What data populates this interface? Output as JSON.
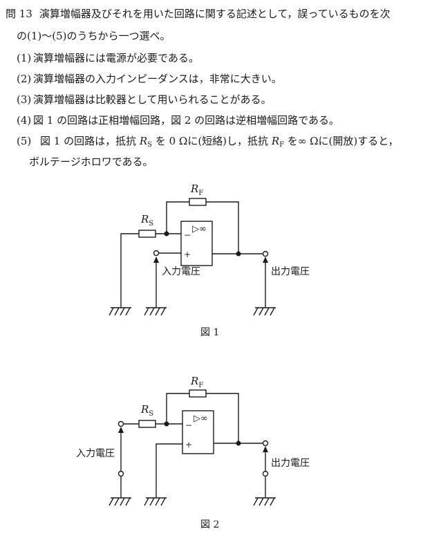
{
  "question": {
    "number": "問 13",
    "stem_1": "演算増幅器及びそれを用いた回路に関する記述として，誤っているものを次",
    "stem_2": "の(1)～(5)のうちから一つ選べ。",
    "options": [
      {
        "label": "(1)",
        "text": "演算増幅器には電源が必要である。"
      },
      {
        "label": "(2)",
        "text": "演算増幅器の入力インピーダンスは，非常に大きい。"
      },
      {
        "label": "(3)",
        "text": "演算増幅器は比較器として用いられることがある。"
      },
      {
        "label": "(4)",
        "text": "図 1 の回路は正相増幅回路，図 2 の回路は逆相増幅回路である。"
      },
      {
        "label": "(5)",
        "text_a": "図 1 の回路は，抵抗",
        "text_b": "を 0 Ωに(短絡)し，抵抗",
        "text_c": "を∞ Ωに(開放)すると，",
        "text_d": "ボルテージホロワである。"
      }
    ]
  },
  "symbols": {
    "R": "R",
    "S": "S",
    "F": "F",
    "minus": "−",
    "plus": "+",
    "inf": "▷∞"
  },
  "figure1": {
    "caption": "図 1",
    "input_label": "入力電圧",
    "output_label": "出力電圧"
  },
  "figure2": {
    "caption": "図 2",
    "input_label": "入力電圧",
    "output_label": "出力電圧"
  }
}
